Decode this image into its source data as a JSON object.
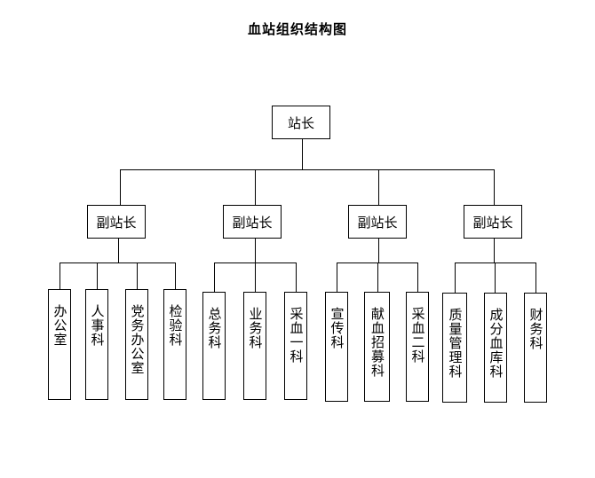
{
  "title": "血站组织结构图",
  "root": {
    "label": "站长"
  },
  "deputies": [
    {
      "label": "副站长",
      "departments": [
        "办公室",
        "人事科",
        "党务办公室",
        "检验科"
      ]
    },
    {
      "label": "副站长",
      "departments": [
        "总务科",
        "业务科",
        "采血一科"
      ]
    },
    {
      "label": "副站长",
      "departments": [
        "宣传科",
        "献血招募科",
        "采血二科"
      ]
    },
    {
      "label": "副站长",
      "departments": [
        "质量管理科",
        "成分血库科",
        "财务科"
      ]
    }
  ]
}
